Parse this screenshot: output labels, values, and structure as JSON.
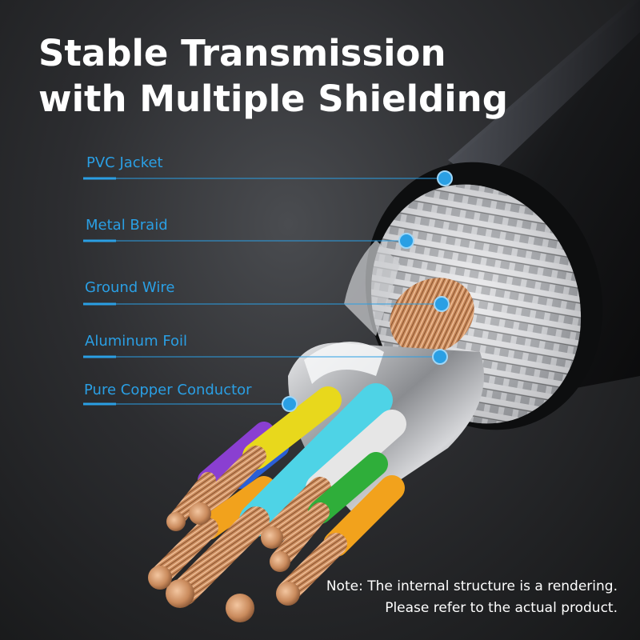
{
  "headline": {
    "line1": "Stable Transmission",
    "line2": "with Multiple Shielding"
  },
  "callouts": [
    {
      "label": "PVC Jacket"
    },
    {
      "label": "Metal Braid"
    },
    {
      "label": "Ground Wire"
    },
    {
      "label": "Aluminum Foil"
    },
    {
      "label": "Pure Copper Conductor"
    }
  ],
  "note": {
    "line1": "Note: The internal structure is a rendering.",
    "line2": "Please refer to the actual product."
  },
  "colors": {
    "accent": "#2a9fe4",
    "background": "#2c2d30",
    "jacket": "#121314",
    "copper": "#c98a5c",
    "wire_yellow": "#e8d81c",
    "wire_cyan": "#4ed3e6",
    "wire_green": "#2fae3a",
    "wire_orange": "#f2a21c",
    "wire_blue": "#2a5fd6",
    "wire_purple": "#8a3fd1",
    "wire_white": "#e6e6e6"
  }
}
